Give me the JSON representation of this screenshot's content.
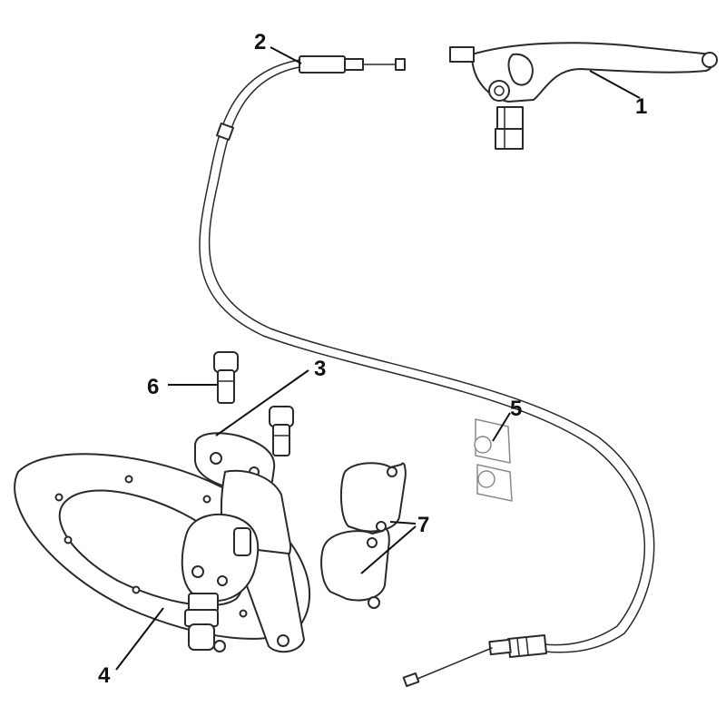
{
  "diagram": {
    "callouts": [
      {
        "id": "1",
        "label": "1"
      },
      {
        "id": "2",
        "label": "2"
      },
      {
        "id": "3",
        "label": "3"
      },
      {
        "id": "4",
        "label": "4"
      },
      {
        "id": "5",
        "label": "5"
      },
      {
        "id": "6",
        "label": "6"
      },
      {
        "id": "7",
        "label": "7"
      }
    ]
  },
  "colors": {
    "line": "#2a2a2a",
    "background": "#ffffff",
    "faint": "#8a8a8a"
  }
}
